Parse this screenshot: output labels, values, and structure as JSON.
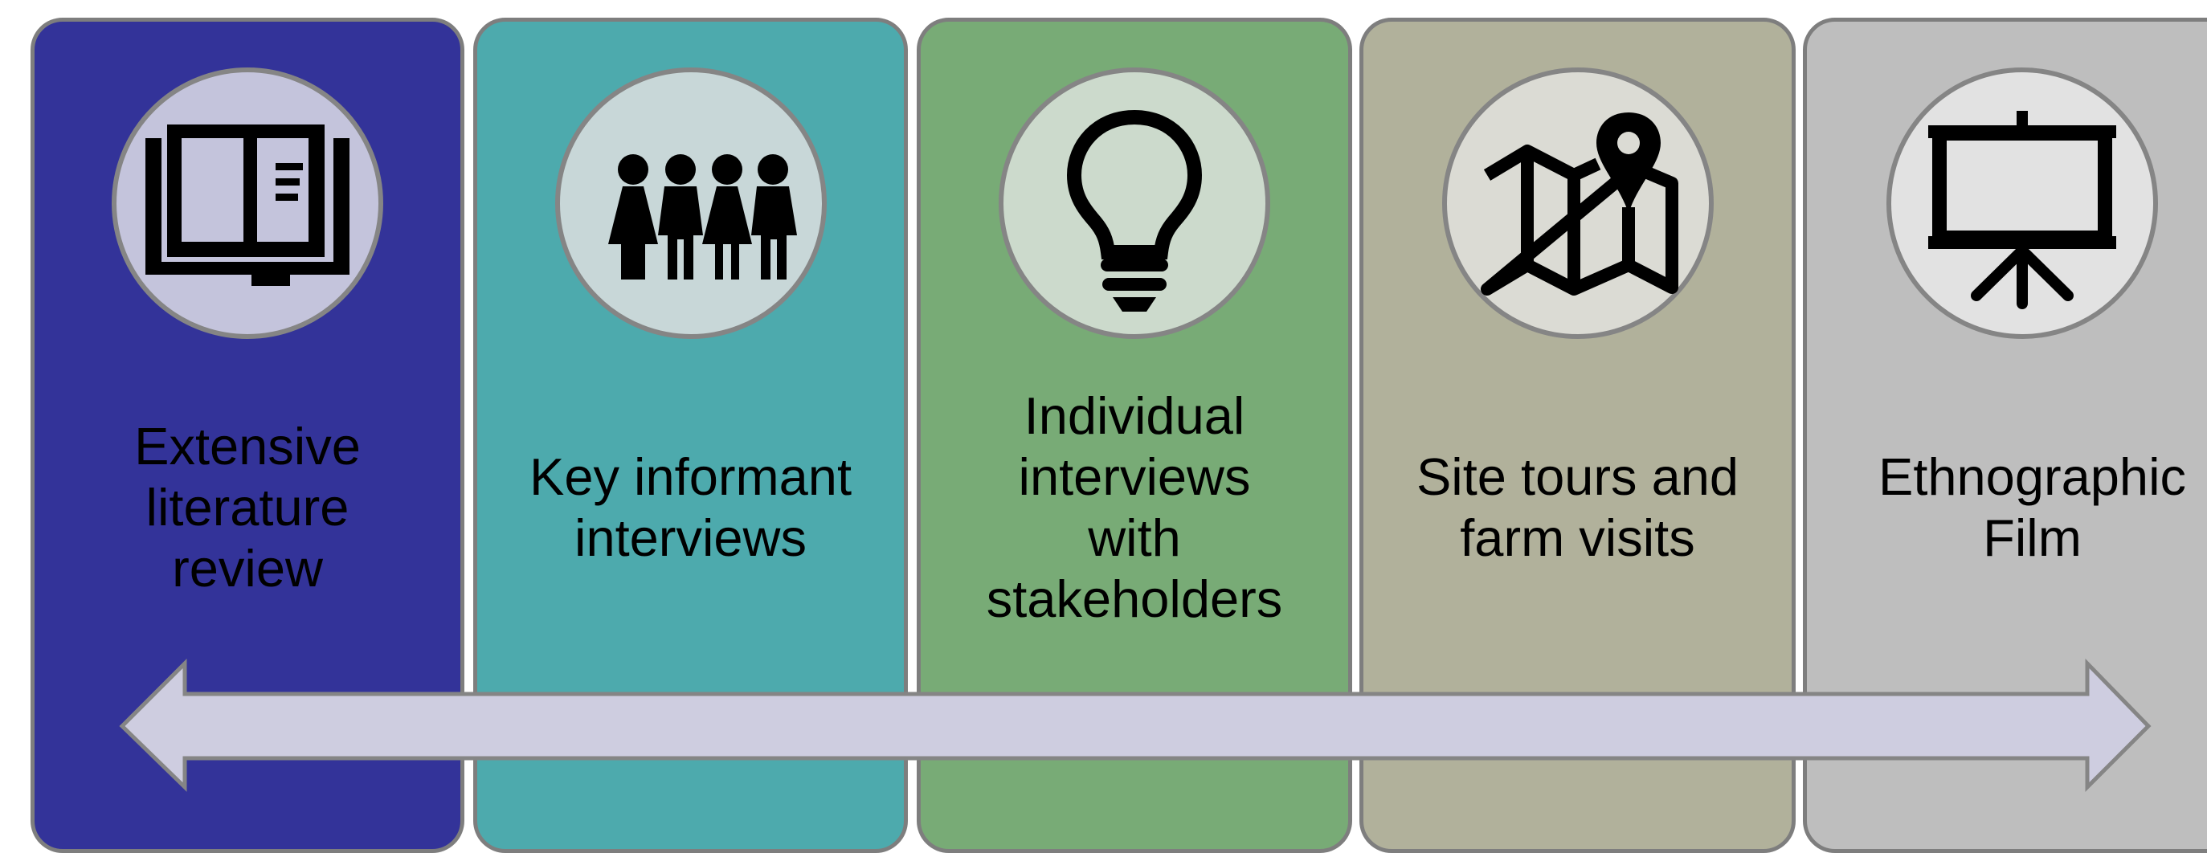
{
  "steps": [
    {
      "label": "Extensive\nliterature\nreview",
      "icon": "open-book-icon",
      "card_color": "#333399",
      "circle_color": "#c4c4dc"
    },
    {
      "label": "Key informant\ninterviews",
      "icon": "people-group-icon",
      "card_color": "#4daaad",
      "circle_color": "#c8d7d8"
    },
    {
      "label": "Individual\ninterviews\nwith\nstakeholders",
      "icon": "lightbulb-icon",
      "card_color": "#78ab76",
      "circle_color": "#ccdacc"
    },
    {
      "label": "Site tours and\nfarm visits",
      "icon": "map-pin-icon",
      "card_color": "#b1b19b",
      "circle_color": "#dbdbd4"
    },
    {
      "label": "Ethnographic\nFilm",
      "icon": "presentation-board-icon",
      "card_color": "#bebebe",
      "circle_color": "#e2e2e2"
    }
  ],
  "arrow": {
    "icon": "double-headed-arrow-icon",
    "fill": "#cecde0",
    "stroke": "#858585"
  }
}
